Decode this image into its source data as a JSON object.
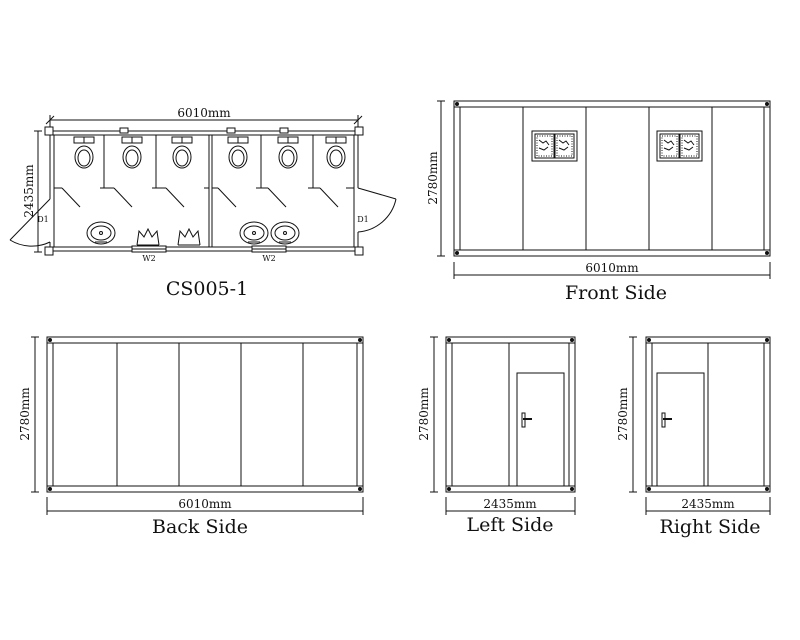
{
  "plan": {
    "width_label": "6010mm",
    "depth_label": "2435mm",
    "door_left": "D1",
    "door_right": "D1",
    "window_left": "W2",
    "window_right": "W2",
    "caption": "CS005-1"
  },
  "front": {
    "height_label": "2780mm",
    "width_label": "6010mm",
    "caption": "Front Side"
  },
  "back": {
    "height_label": "2780mm",
    "width_label": "6010mm",
    "caption": "Back Side"
  },
  "left": {
    "height_label": "2780mm",
    "width_label": "2435mm",
    "caption": "Left Side"
  },
  "right": {
    "height_label": "2780mm",
    "width_label": "2435mm",
    "caption": "Right Side"
  },
  "icons": [
    "toilet-icon",
    "washbasin-icon",
    "urinal-icon",
    "door-handle-icon",
    "window-icon"
  ]
}
